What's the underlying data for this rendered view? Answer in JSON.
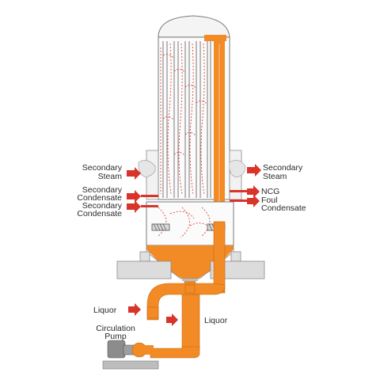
{
  "labels": {
    "secondary_steam_in_1": "Secondary",
    "secondary_steam_in_2": "Steam",
    "secondary_condensate_in_1": "Secondary",
    "secondary_condensate_in_2": "Condensate",
    "secondary_condensate_in_b_1": "Secondary",
    "secondary_condensate_in_b_2": "Condensate",
    "secondary_steam_out_1": "Secondary",
    "secondary_steam_out_2": "Steam",
    "ncg": "NCG",
    "foul_condensate_1": "Foul",
    "foul_condensate_2": "Condensate",
    "liquor_in": "Liquor",
    "liquor_out": "Liquor",
    "circulation_pump_1": "Circulation",
    "circulation_pump_2": "Pump"
  },
  "colors": {
    "process_orange": "#f28a25",
    "arrow_red": "#d8342a",
    "tube_line": "#6b6b6b",
    "steam_flow_dashes": "#d8342a",
    "concrete": "#dcdcdc"
  }
}
